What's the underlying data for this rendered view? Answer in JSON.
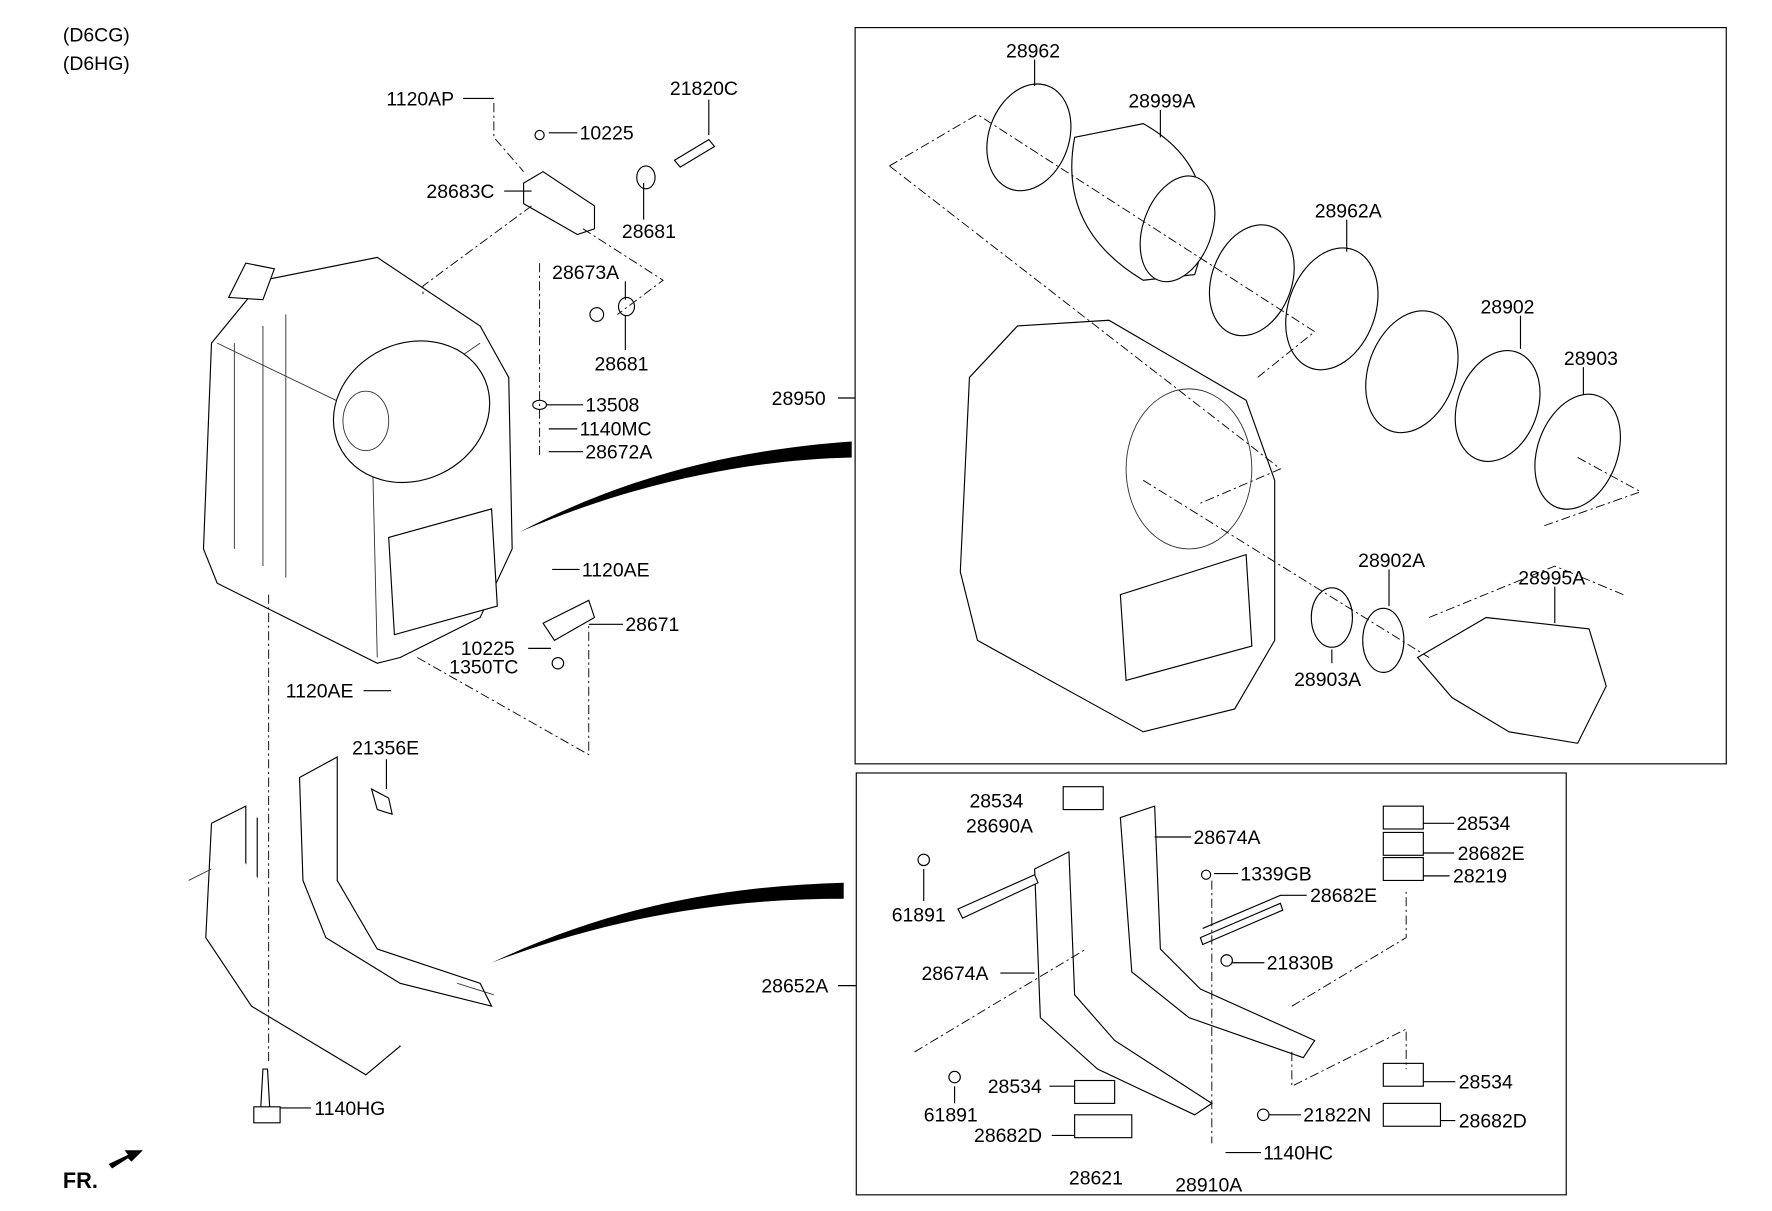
{
  "engine_codes": [
    "(D6CG)",
    "(D6HG)"
  ],
  "direction": "FR.",
  "parts": [
    "1120AP",
    "10225",
    "21820C",
    "28683C",
    "28681",
    "28673A",
    "28681",
    "13508",
    "1140MC",
    "28672A",
    "1120AE",
    "28671",
    "10225",
    "1350TC",
    "1120AE",
    "21356E",
    "1140HG",
    "28950",
    "28962",
    "28999A",
    "28962A",
    "28902",
    "28903",
    "28902A",
    "28995A",
    "28903A",
    "28652A",
    "28534",
    "28690A",
    "61891",
    "28674A",
    "1339GB",
    "28682E",
    "28534",
    "28682E",
    "28219",
    "21830B",
    "28674A",
    "28534",
    "61891",
    "28682D",
    "21822N",
    "1140HC",
    "28534",
    "28682D",
    "28621",
    "28910A"
  ]
}
